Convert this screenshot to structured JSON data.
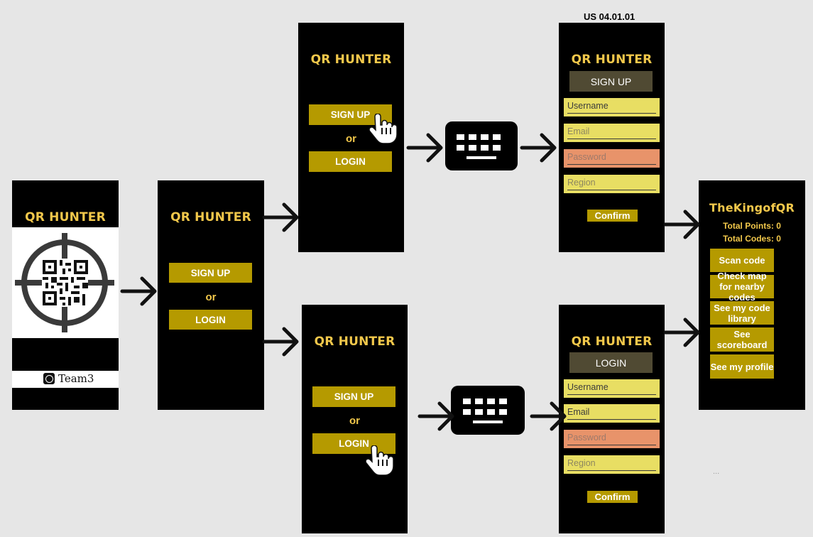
{
  "story_id": "US 04.01.01",
  "app_title": "QR HUNTER",
  "splash": {
    "title": "QR HUNTER",
    "team": "Team3"
  },
  "start": {
    "sign_up": "SIGN UP",
    "or": "or",
    "login": "LOGIN"
  },
  "signup_form": {
    "header": "SIGN UP",
    "fields": [
      "Username",
      "Email",
      "Password",
      "Region"
    ],
    "confirm": "Confirm"
  },
  "login_form": {
    "header": "LOGIN",
    "fields": [
      "Username",
      "Email",
      "Password",
      "Region"
    ],
    "confirm": "Confirm"
  },
  "home": {
    "username": "TheKingofQR",
    "total_points": "Total Points: 0",
    "total_codes": "Total Codes: 0",
    "menu": [
      "Scan code",
      "Check map for nearby codes",
      "See my code library",
      "See scoreboard",
      "See my profile"
    ]
  },
  "ellipsis": "...",
  "icons": {
    "arrow": "right-arrow-icon",
    "keyboard": "keyboard-icon",
    "pointer": "hand-pointer-icon",
    "crosshair": "crosshair-icon",
    "qr": "qr-code-icon"
  },
  "colors": {
    "background": "#e6e6e6",
    "screen": "#000000",
    "title": "#f2c84b",
    "button": "#b59a00",
    "header_bar": "#504a33",
    "field": "#e8de63",
    "password_field": "#e8936a"
  }
}
